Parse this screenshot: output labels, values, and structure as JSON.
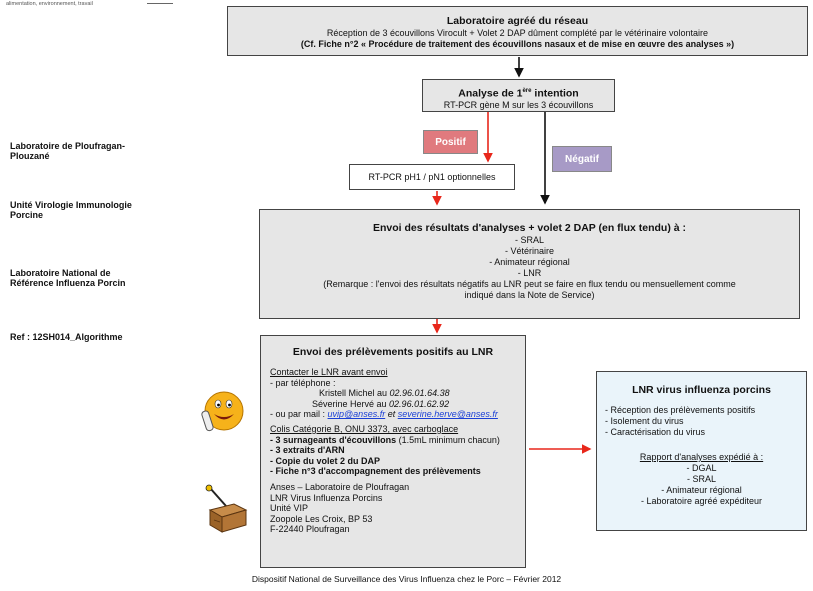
{
  "header": {
    "tagline": "alimentation, environnement, travail"
  },
  "sidebar": {
    "lab1_line1": "Laboratoire de Ploufragan-",
    "lab1_line2": "Plouzané",
    "unit_line1": "Unité Virologie Immunologie",
    "unit_line2": "Porcine",
    "lnr_line1": "Laboratoire National de",
    "lnr_line2": "Référence Influenza Porcin",
    "ref": "Ref : 12SH014_Algorithme"
  },
  "box_top": {
    "title": "Laboratoire agréé du réseau",
    "line1": "Réception de 3 écouvillons Virocult + Volet 2 DAP dûment complété par le vétérinaire volontaire",
    "line2": "(Cf. Fiche n°2  « Procédure de traitement des écouvillons nasaux et de mise en œuvre des analyses »)"
  },
  "box_analyse": {
    "title_a": "Analyse de 1",
    "title_sup": "ère",
    "title_b": " intention",
    "line1": "RT-PCR gène M sur les 3 écouvillons"
  },
  "badges": {
    "positif": "Positif",
    "negatif": "Négatif"
  },
  "box_rtpcr": {
    "text": "RT-PCR pH1 / pN1 optionnelles"
  },
  "box_envoi": {
    "title": "Envoi des résultats d'analyses + volet 2 DAP (en flux tendu) à :",
    "items": [
      "- SRAL",
      "- Vétérinaire",
      "- Animateur régional",
      "- LNR"
    ],
    "remark1": "(Remarque : l'envoi des résultats négatifs  au LNR peut se faire en flux tendu ou mensuellement comme",
    "remark2": "indiqué dans la Note de Service)"
  },
  "box_prelev": {
    "title": "Envoi des prélèvements positifs au LNR",
    "contact_head": "Contacter le LNR avant envoi",
    "phone_label": "- par  téléphone :",
    "phone1_name": "Kristell Michel au ",
    "phone1_num": "02.96.01.64.38",
    "phone2_name": "Séverine Hervé au ",
    "phone2_num": "02.96.01.62.92",
    "mail_label": "- ou par mail : ",
    "mail1": "uvip@anses.fr",
    "mail_and": " et ",
    "mail2": "severine.herve@anses.fr",
    "colis_head": "Colis Catégorie B, ONU 3373, avec carboglace",
    "item1_bold": "- 3 surnageants d'écouvillons",
    "item1_rest": " (1.5mL minimum chacun)",
    "item2": "- 3 extraits d'ARN",
    "item3": "- Copie du volet 2 du DAP",
    "item4": "- Fiche n°3 d'accompagnement des prélèvements",
    "addr": [
      "Anses – Laboratoire de Ploufragan",
      "LNR Virus Influenza Porcins",
      "Unité VIP",
      "Zoopole Les Croix, BP 53",
      "F-22440 Ploufragan"
    ]
  },
  "box_lnr": {
    "title": "LNR virus influenza porcins",
    "items": [
      "- Réception des prélèvements positifs",
      "- Isolement du virus",
      "- Caractérisation du virus"
    ],
    "rapport_head": "Rapport d'analyses expédié à :",
    "rapport": [
      "- DGAL",
      "- SRAL",
      "- Animateur régional",
      "- Laboratoire agréé expéditeur"
    ]
  },
  "footer": "Dispositif National de Surveillance des Virus Influenza chez le Porc – Février 2012",
  "colors": {
    "box_fill": "#e6e6e6",
    "lnr_fill": "#eaf4fa",
    "positif": "#e07a7e",
    "negatif": "#a79ac6",
    "arrow_red": "#e8271b",
    "link": "#1a3fd6"
  },
  "icons": [
    "phone-smiley-icon",
    "package-box-icon"
  ]
}
